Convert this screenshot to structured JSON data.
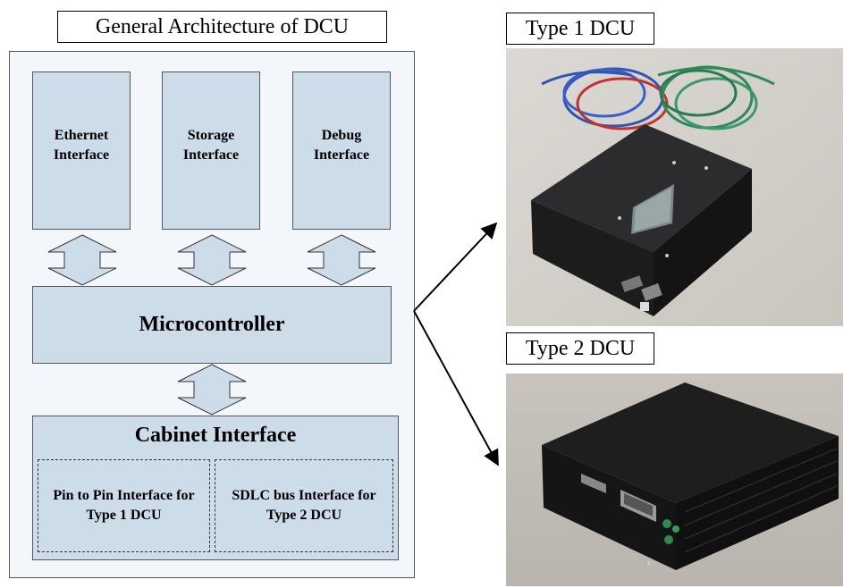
{
  "diagram": {
    "title": "General Architecture of DCU",
    "blocks": {
      "ethernet": "Ethernet Interface",
      "storage": "Storage Interface",
      "debug": "Debug Interface",
      "microcontroller": "Microcontroller",
      "cabinet": "Cabinet Interface",
      "pin_to_pin": "Pin to Pin Interface for Type 1 DCU",
      "sdlc": "SDLC bus Interface for Type 2 DCU"
    }
  },
  "photos": {
    "type1_label": "Type 1 DCU",
    "type2_label": "Type 2 DCU"
  },
  "colors": {
    "block_fill": "#ccdce9",
    "panel_fill": "#f3f6fa",
    "border": "#555555"
  }
}
